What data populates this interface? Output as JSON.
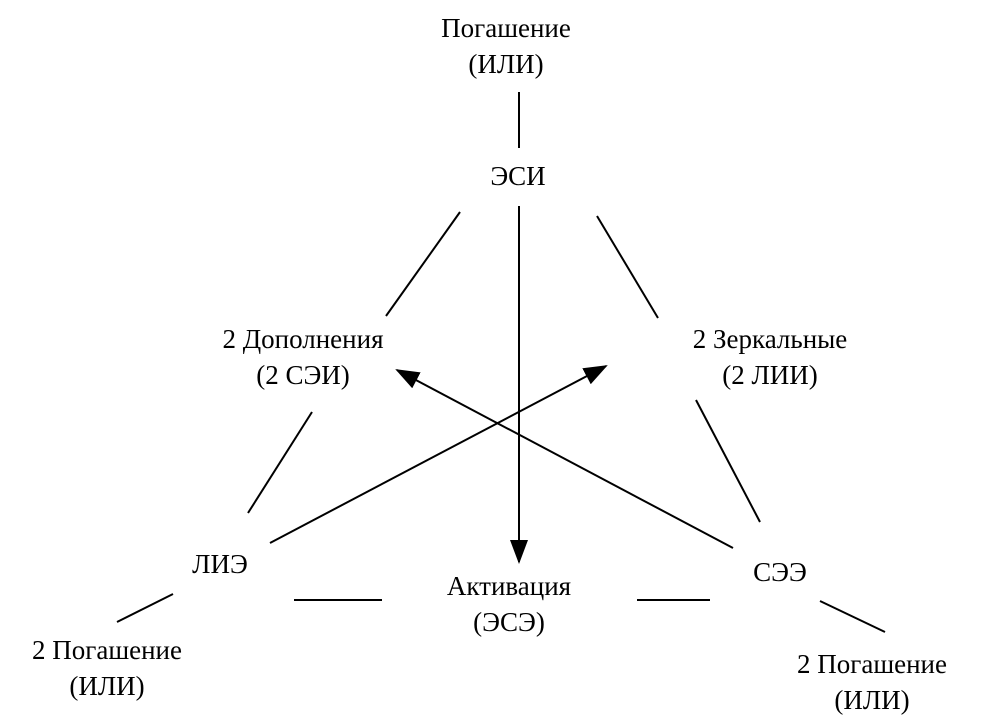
{
  "colors": {
    "ink": "#000000",
    "background": "#ffffff"
  },
  "nodes": {
    "top_extinguishing": {
      "line1": "Погашение",
      "line2": "(ИЛИ)"
    },
    "esi": {
      "line1": "ЭСИ"
    },
    "complements": {
      "line1": "2 Дополнения",
      "line2": "(2 СЭИ)"
    },
    "mirrors": {
      "line1": "2 Зеркальные",
      "line2": "(2 ЛИИ)"
    },
    "lie": {
      "line1": "ЛИЭ"
    },
    "activation": {
      "line1": "Активация",
      "line2": "(ЭСЭ)"
    },
    "see": {
      "line1": "СЭЭ"
    },
    "bottom_left_extinguishing": {
      "line1": "2 Погашение",
      "line2": "(ИЛИ)"
    },
    "bottom_right_extinguishing": {
      "line1": "2 Погашение",
      "line2": "(ИЛИ)"
    }
  }
}
